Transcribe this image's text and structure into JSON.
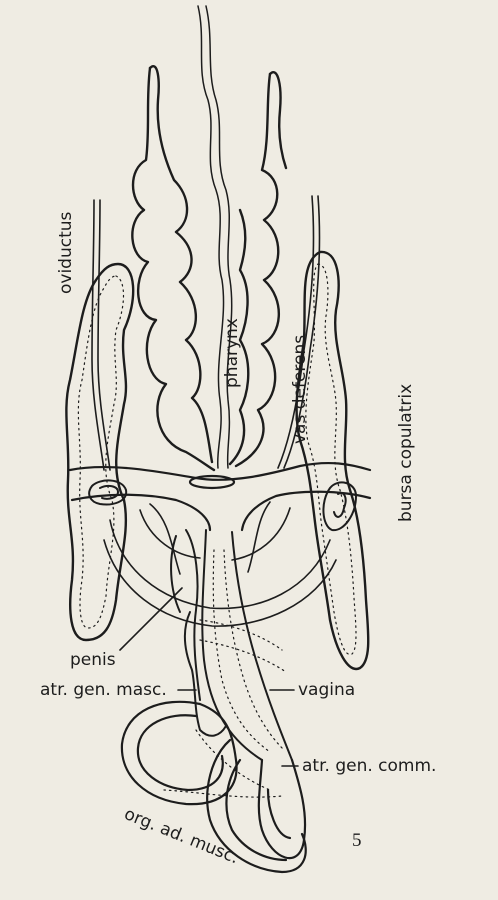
{
  "labels": {
    "oviductus": "oviductus",
    "pharynx": "pharynx",
    "vas_deferens": "vas deferens",
    "bursa_copulatrix": "bursa copulatrix",
    "penis": "penis",
    "atr_gen_masc": "atr. gen. masc.",
    "vagina": "vagina",
    "atr_gen_comm": "atr. gen. comm.",
    "org_ad_musc": "org. ad. musc."
  },
  "figure_number": "5",
  "colors": {
    "paper": "#efece3",
    "ink": "#1d1d1d"
  }
}
